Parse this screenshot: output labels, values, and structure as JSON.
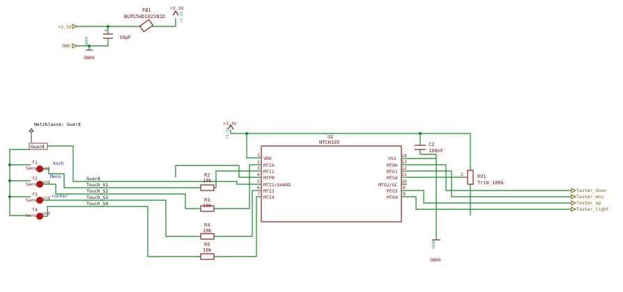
{
  "power_block": {
    "in_label": "+3.3V",
    "gnd_label": "GND",
    "fb_ref": "FB1",
    "fb_value": "BLM15HD102SN1D",
    "out_label": "+3.3V",
    "cap_value": "10µF",
    "gnd_symbol": "GND0"
  },
  "title_label": "Netzklasse: Guard",
  "guard_box": "Guard",
  "pads": [
    {
      "ref": "T1",
      "name": "Sensor",
      "suffix": "ard",
      "label": "koch"
    },
    {
      "ref": "T2",
      "name": "Sensor",
      "suffix": "ard",
      "label": "Menu"
    },
    {
      "ref": "T3",
      "name": "Sensor",
      "suffix": "ard",
      "label": "runter"
    },
    {
      "ref": "T4",
      "name": "Sensor",
      "suffix": "ard",
      "label": ""
    }
  ],
  "nets": [
    "Guard",
    "Touch_S1",
    "Touch_S2",
    "Touch_S3",
    "Touch_S4"
  ],
  "resistors": [
    {
      "ref": "R2",
      "value": "10k"
    },
    {
      "ref": "R3",
      "value": "10k"
    },
    {
      "ref": "R4",
      "value": "10k"
    },
    {
      "ref": "R5",
      "value": "10k"
    }
  ],
  "vcc": "+3.3V",
  "ic": {
    "ref": "U1",
    "value": "NTCH105",
    "left_pins": [
      {
        "num": "1",
        "name": "VDD"
      },
      {
        "num": "2",
        "name": "MTI0"
      },
      {
        "num": "3",
        "name": "MTI1"
      },
      {
        "num": "4",
        "name": "MTPM"
      },
      {
        "num": "5",
        "name": "MTI2/GUARD"
      },
      {
        "num": "6",
        "name": "MTI3"
      },
      {
        "num": "7",
        "name": "MTI4"
      }
    ],
    "right_pins": [
      {
        "num": "14",
        "name": "VSS"
      },
      {
        "num": "13",
        "name": "MTO0"
      },
      {
        "num": "12",
        "name": "MTO1"
      },
      {
        "num": "11",
        "name": "MTSA"
      },
      {
        "num": "10",
        "name": "MTO2/GC"
      },
      {
        "num": "9",
        "name": "MTO3"
      },
      {
        "num": "8",
        "name": "MTO4"
      }
    ]
  },
  "c2": {
    "ref": "C2",
    "value": "100nF"
  },
  "rv1": {
    "ref": "RV1",
    "value": "Trim_100k",
    "pin": "2"
  },
  "gnd_right": "GND0",
  "outputs": [
    "Taster_down",
    "Taster_mnu",
    "Taster_up",
    "Taster_light"
  ],
  "teal_small": "+3.3V"
}
